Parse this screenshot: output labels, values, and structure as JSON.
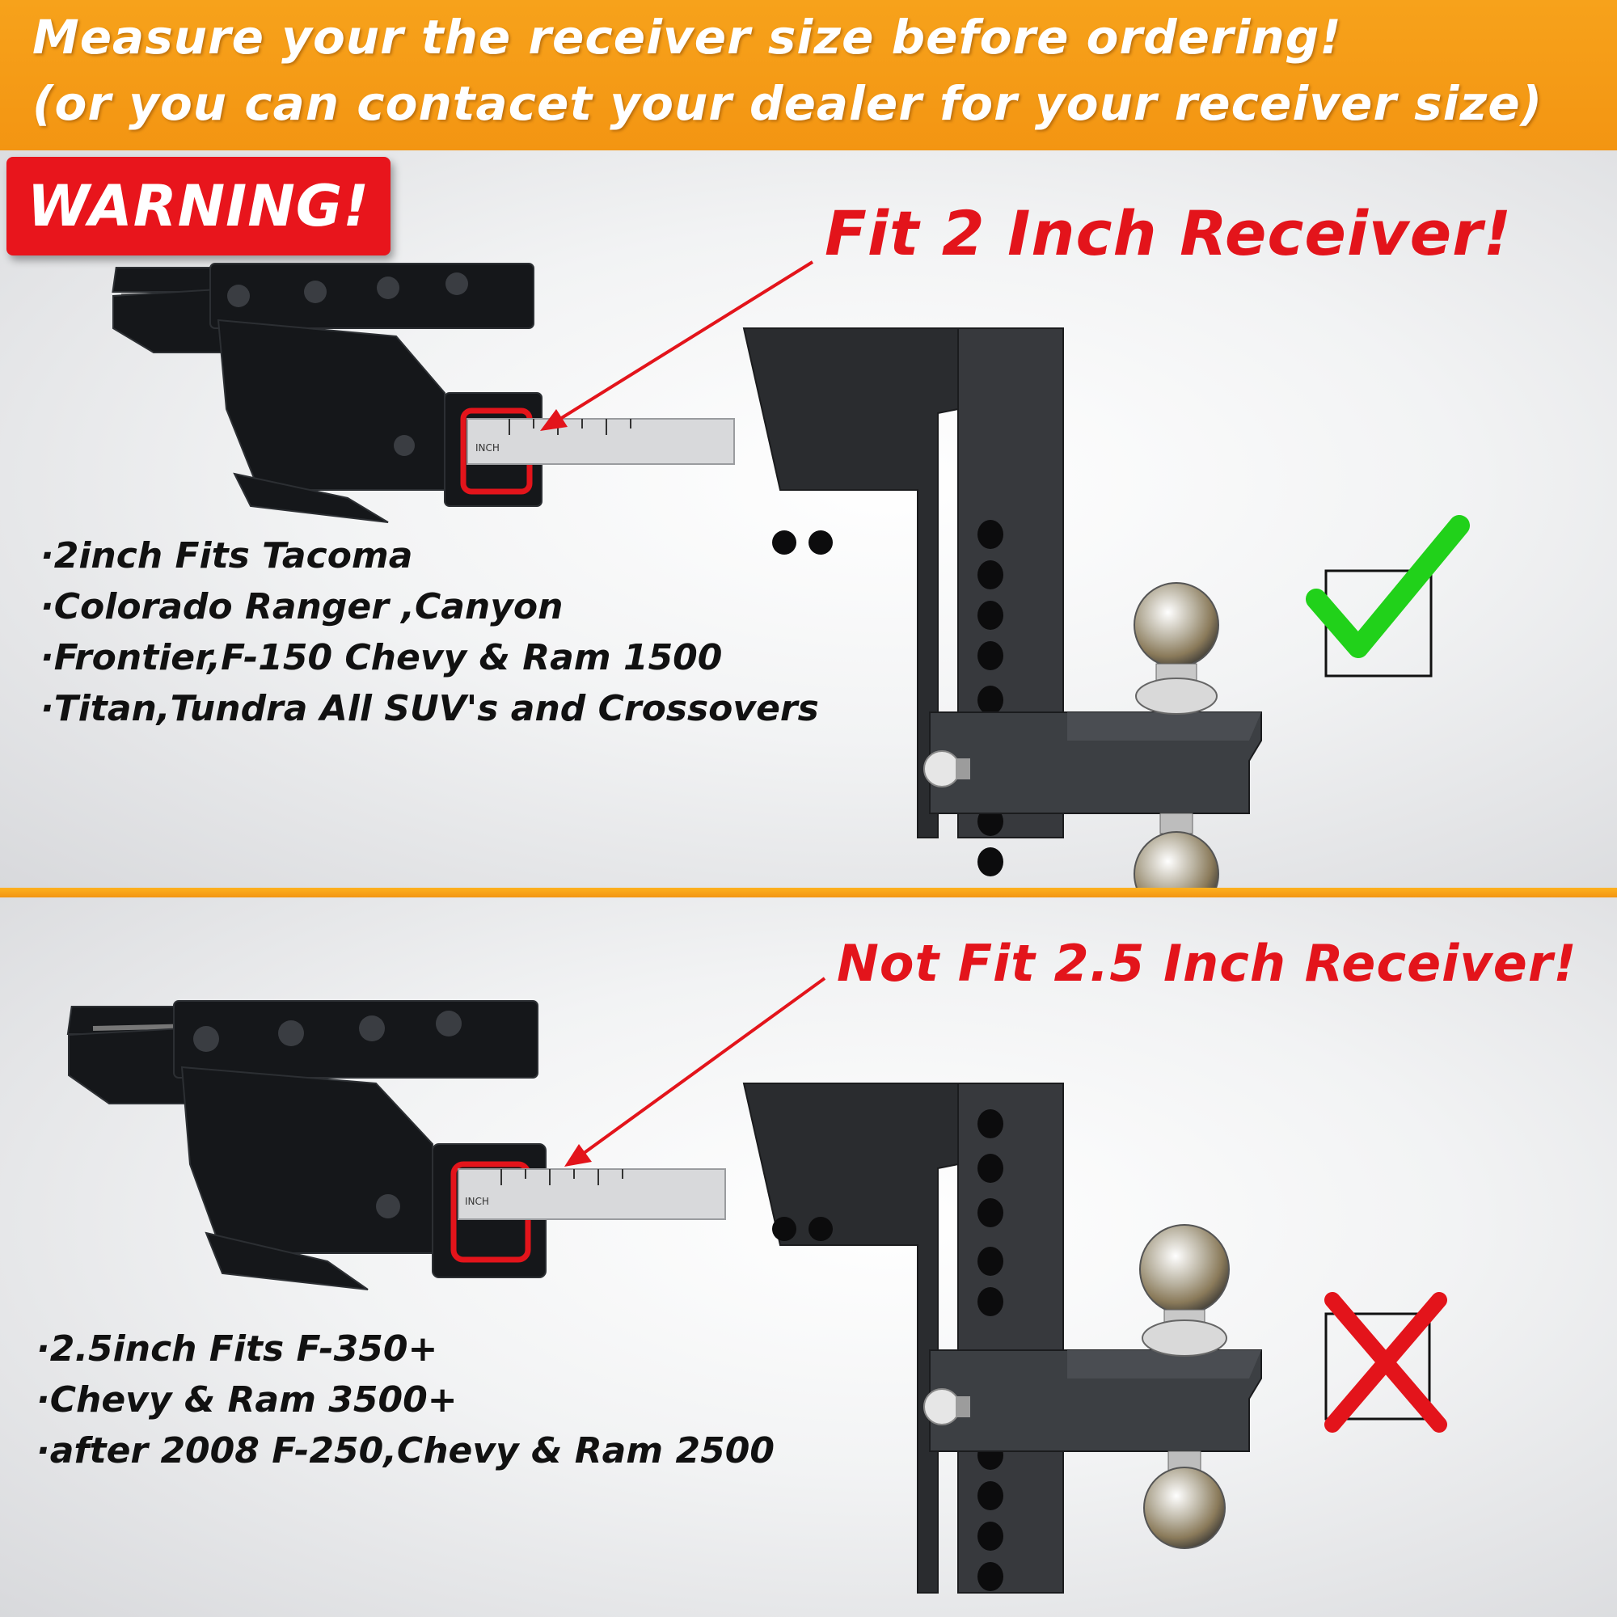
{
  "banner": {
    "line1": "Measure your  the receiver  size before ordering!",
    "line2": "(or you can contacet your dealer for your receiver size)"
  },
  "warning": "WARNING!",
  "fit_section": {
    "title": "Fit 2 Inch Receiver!",
    "items": [
      "·2inch  Fits Tacoma",
      "·Colorado Ranger ,Canyon",
      "·Frontier,F-150 Chevy & Ram 1500",
      "·Titan,Tundra All SUV's and Crossovers"
    ],
    "status_icon": "check-mark-icon"
  },
  "not_fit_section": {
    "title": "Not Fit 2.5 Inch Receiver!",
    "items": [
      "·2.5inch Fits F-350+",
      "·Chevy & Ram 3500+",
      "·after 2008 F-250,Chevy & Ram 2500"
    ],
    "status_icon": "cross-mark-icon"
  },
  "ruler_label": "INCH",
  "colors": {
    "banner": "#f39512",
    "warning": "#e8151c",
    "title_red": "#e3141b",
    "check_green": "#21d11a",
    "cross_red": "#e3141b"
  }
}
